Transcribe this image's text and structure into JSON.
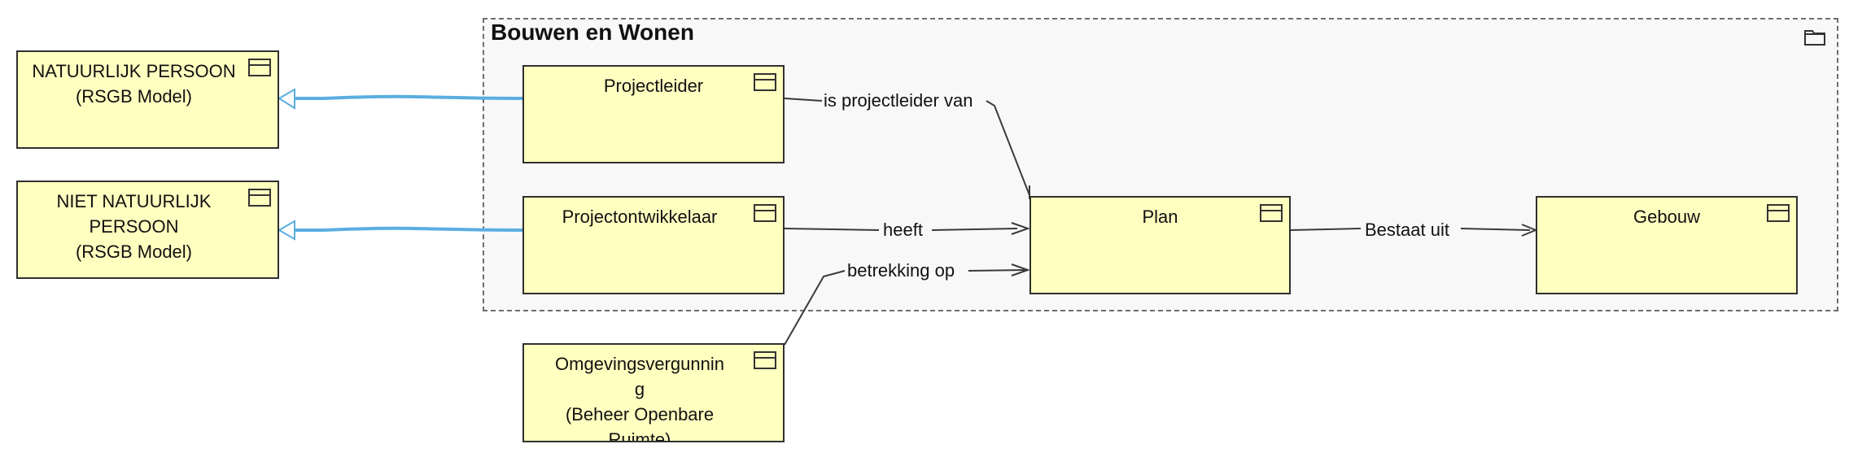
{
  "package": {
    "title": "Bouwen en Wonen",
    "icon": "folder-icon"
  },
  "classes": {
    "natuurlijk_persoon": {
      "lines": [
        "NATUURLIJK PERSOON",
        "(RSGB Model)"
      ]
    },
    "niet_natuurlijk_persoon": {
      "lines": [
        "NIET NATUURLIJK",
        "PERSOON",
        "(RSGB Model)"
      ]
    },
    "projectleider": {
      "lines": [
        "Projectleider"
      ]
    },
    "projectontwikkelaar": {
      "lines": [
        "Projectontwikkelaar"
      ]
    },
    "plan": {
      "lines": [
        "Plan"
      ]
    },
    "gebouw": {
      "lines": [
        "Gebouw"
      ]
    },
    "omgevingsvergunning": {
      "lines": [
        "Omgevingsvergunnin",
        "g",
        "(Beheer Openbare",
        "Ruimte)"
      ]
    }
  },
  "associations": {
    "projectleider_plan": "is projectleider van",
    "projectontwikkelaar_plan": "heeft",
    "omgevingsvergunning_plan": "betrekking op",
    "plan_gebouw": "Bestaat uit"
  },
  "colors": {
    "class_fill": "#ffffc0",
    "class_border": "#303030",
    "generalization": "#5aaee0",
    "association": "#3a3a3a",
    "package_border": "#6e6e6e",
    "package_fill": "#f8f8f8"
  }
}
